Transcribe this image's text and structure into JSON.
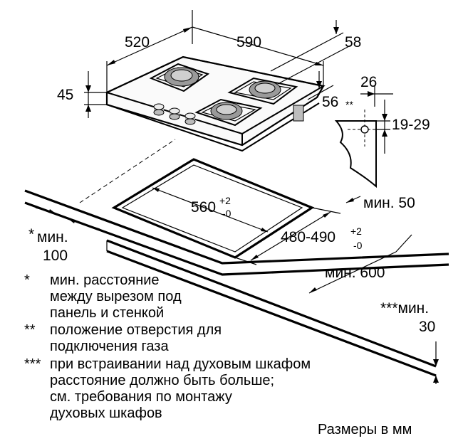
{
  "hob": {
    "width": "590",
    "depth": "520",
    "height": "45",
    "back_offset": "58",
    "pipe_depth": "56",
    "pipe_marker": "**"
  },
  "gas_fitting": {
    "width": "26",
    "height": "19-29"
  },
  "worktop": {
    "min_front": "мин. 50",
    "min_side_marker": "*",
    "min_side_label": "мин.",
    "min_side_value": "100",
    "cutout_width_base": "560",
    "cutout_width_tol_upper": "+2",
    "cutout_width_tol_lower": "-0",
    "cutout_depth_base": "480-490",
    "cutout_depth_tol_upper": "+2",
    "cutout_depth_tol_lower": "-0",
    "min_depth": "мин. 600",
    "min_over_oven_label": "***мин.",
    "min_over_oven_value": "30"
  },
  "legend": [
    {
      "marker": "*",
      "lines": [
        "мин. расстояние",
        "между вырезом под",
        "панель и стенкой"
      ]
    },
    {
      "marker": "**",
      "lines": [
        "положение отверстия для",
        "подключения газа"
      ]
    },
    {
      "marker": "***",
      "lines": [
        "при встраивании над духовым шкафом",
        "расстояние должно быть больше;",
        "см. требования по монтажу",
        "духовых шкафов"
      ]
    }
  ],
  "units_note": "Размеры в мм"
}
